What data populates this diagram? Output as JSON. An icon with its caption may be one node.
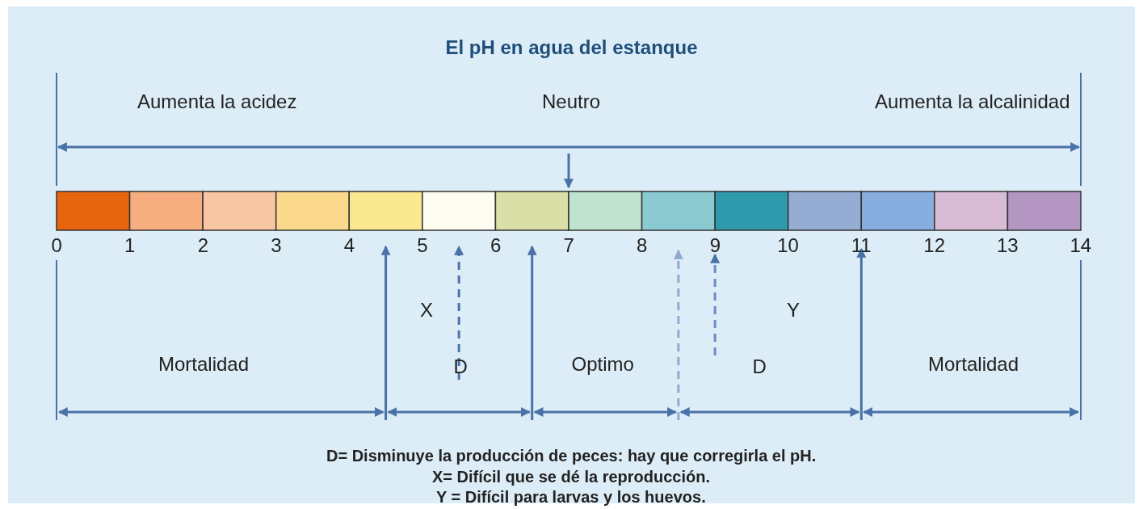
{
  "diagram": {
    "title": "El pH en agua del estanque",
    "labels": [
      "Aumenta la acidez",
      "Neutro",
      "Aumenta la alcalinidad",
      "0",
      "1",
      "2",
      "3",
      "4",
      "5",
      "6",
      "7",
      "8",
      "9",
      "10",
      "11",
      "12",
      "13",
      "14",
      "X",
      "Y",
      "Mortalidad",
      "D",
      "Optimo",
      "D",
      "Mortalidad",
      "D= Disminuye la producción de peces: hay que corregirla el pH.",
      "X= Difícil que se dé la reproducción.",
      "Y = Difícil para larvas y los huevos."
    ]
  }
}
